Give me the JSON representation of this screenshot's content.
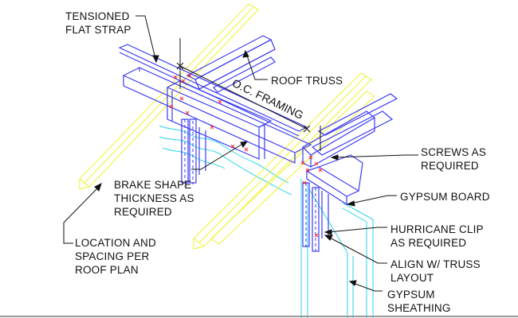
{
  "drawing": {
    "labels": {
      "tensioned_strap": "TENSIONED\nFLAT STRAP",
      "roof_truss": "ROOF TRUSS",
      "oc_framing": "O.C. FRAMING",
      "screws": "SCREWS AS\nREQUIRED",
      "gypsum_board": "GYPSUM BOARD",
      "hurricane_clip": "HURRICANE CLIP\nAS REQUIRED",
      "align_truss": "ALIGN W/ TRUSS\nLAYOUT",
      "gypsum_sheathing": "GYPSUM\nSHEATHING",
      "brake_shape": "BRAKE SHAPE\nTHICKNESS AS\nREQUIRED",
      "location_spacing": "LOCATION AND\nSPACING PER\nROOF PLAN"
    },
    "colors": {
      "truss_member": "#f2f24a",
      "steel_framing": "#3b3bf5",
      "gypsum": "#29d6e8",
      "leaders": "#111111",
      "screws": "#ff2a2a"
    }
  }
}
